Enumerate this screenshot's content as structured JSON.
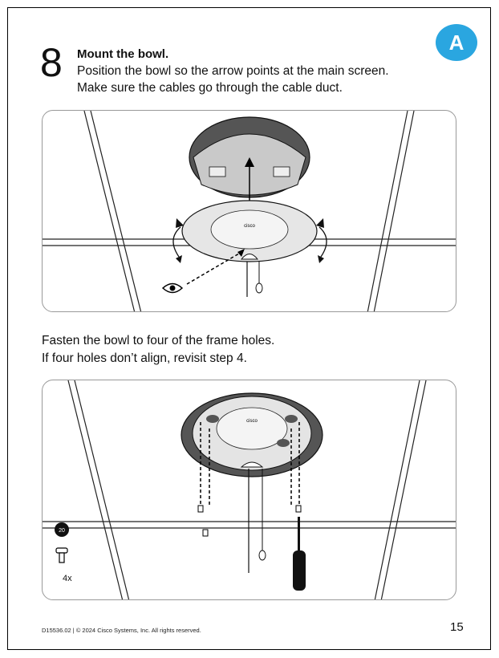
{
  "badge": "A",
  "step": {
    "number": "8",
    "title": "Mount the bowl.",
    "lines": [
      "Position the bowl so the arrow points at the main screen.",
      "Make sure the cables go through the cable duct."
    ]
  },
  "instructions": [
    "Fasten the bowl to four of the frame holes.",
    "If four holes don’t align, revisit step 4."
  ],
  "tool": {
    "bit_label": "20",
    "quantity": "4x"
  },
  "brand_mark": "cisco",
  "footer": "D15536.02 | © 2024 Cisco Systems, Inc. All rights reserved.",
  "page_number": "15"
}
